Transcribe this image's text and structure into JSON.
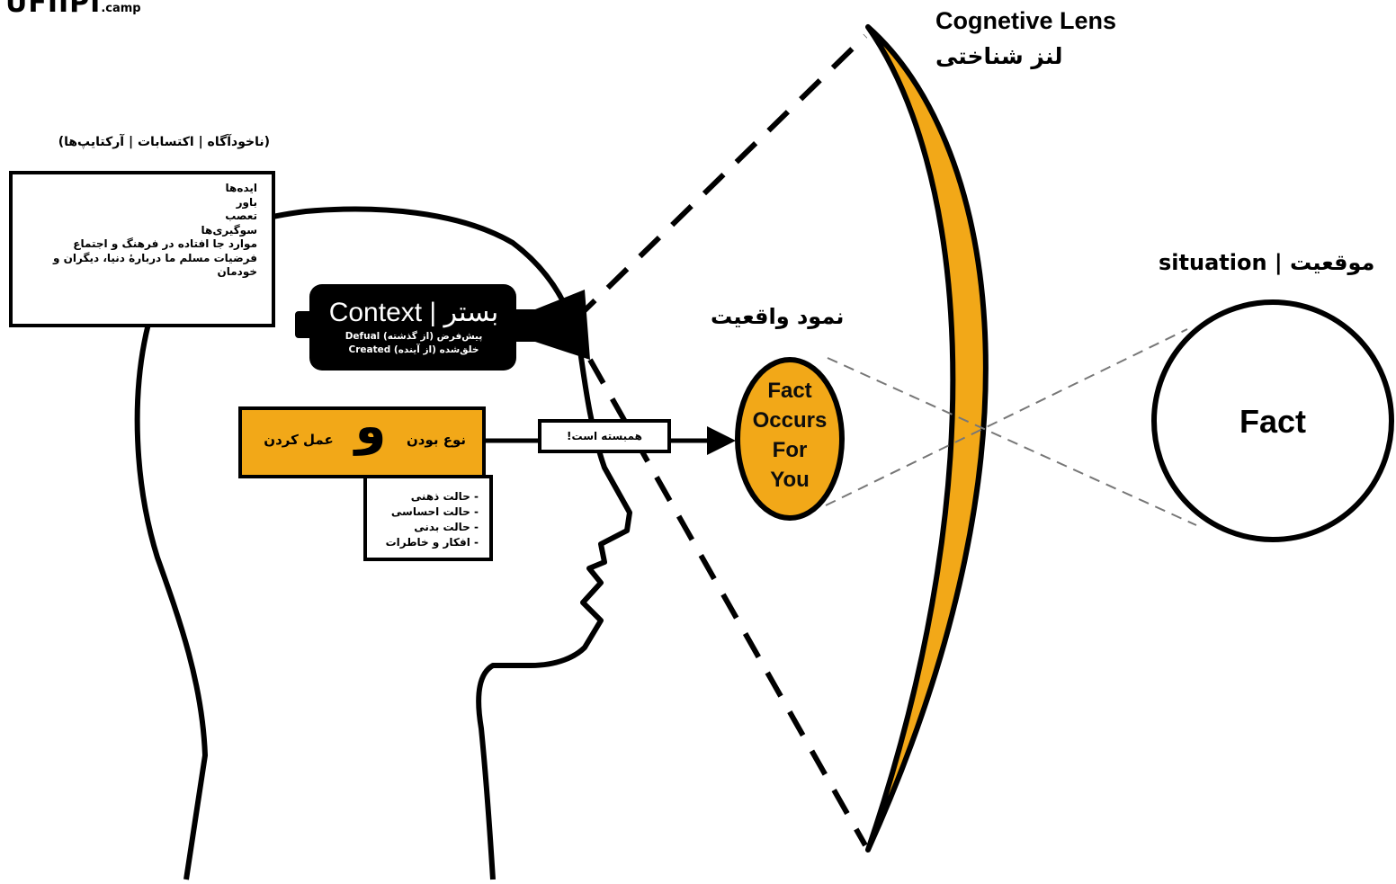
{
  "logo": {
    "main": "UFIIPI",
    "suffix": ".camp"
  },
  "lens": {
    "title_en": "Cognetive Lens",
    "title_fa": "لنز شناختی"
  },
  "situation": {
    "title": "situation | موقعیت",
    "fact_label": "Fact"
  },
  "phenomenon": {
    "title": "نمود واقعیت",
    "occurs_lines": [
      "Fact",
      "Occurs",
      "For",
      "You"
    ]
  },
  "unconscious": {
    "title": "(ناخودآگاه | اکتسابات | آرکتایپ‌ها)",
    "items": [
      "ایده‌ها",
      "باور",
      "تعصب",
      "سوگیری‌ها",
      "موارد جا افتاده در فرهنگ و اجتماع",
      "فرضیات مسلم ما دربارهٔ دنیا، دیگران و",
      "خودمان"
    ]
  },
  "context": {
    "title": "بستر | Context",
    "default_line": "Defual پیش‌فرض (از گذشته)",
    "created_line": "Created خلق‌شده (از آینده)"
  },
  "being_doing": {
    "being": "نوع بودن",
    "doing": "عمل کردن",
    "connector": "و"
  },
  "states": [
    "- حالت ذهنی",
    "- حالت احساسی",
    "- حالت بدنی",
    "- افکار و خاطرات"
  ],
  "linked_label": "همبسته است!",
  "colors": {
    "accent": "#F2A818",
    "ink": "#000000",
    "background": "#FFFFFF",
    "dashed_gray": "#777777"
  }
}
